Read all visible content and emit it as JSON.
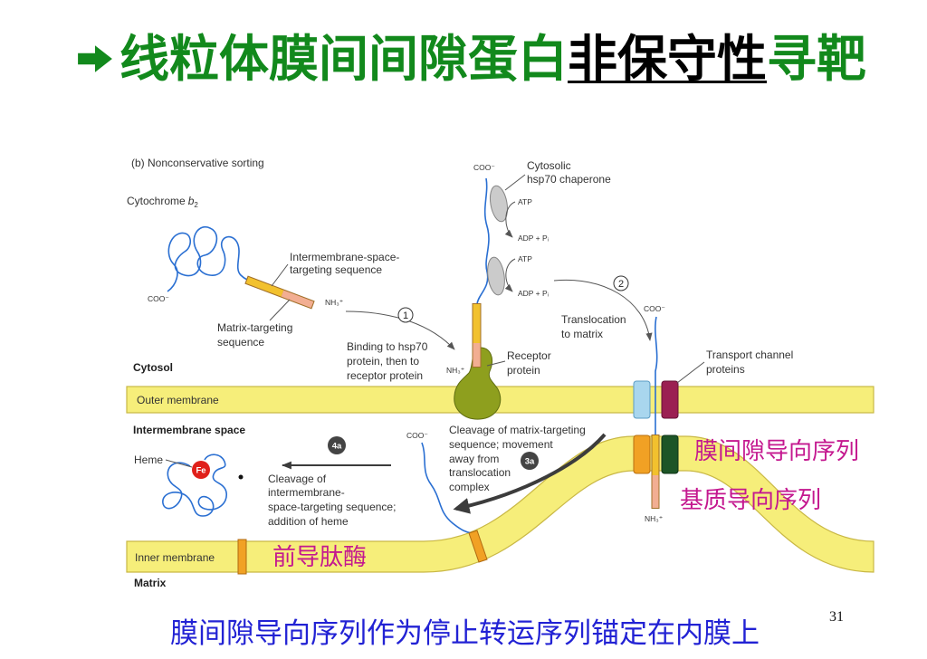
{
  "title": {
    "icon": "arrow-right-icon",
    "lead": "线粒体膜间间隙蛋白",
    "emphasis": "非保守性",
    "tail": "寻靶"
  },
  "diagram": {
    "panel_label": "(b) Nonconservative sorting",
    "cytochrome": {
      "prefix": "Cytochrome",
      "italic": "b",
      "subscript": "2"
    },
    "coo": "COO⁻",
    "nh3": "NH₃⁺",
    "ims_targeting_label": [
      "Intermembrane-space-",
      "targeting sequence"
    ],
    "matrix_targeting_label": [
      "Matrix-targeting",
      "sequence"
    ],
    "chaperone_label": [
      "Cytosolic",
      "hsp70 chaperone"
    ],
    "atp": "ATP",
    "adp": "ADP + Pᵢ",
    "receptor_label": [
      "Receptor",
      "protein"
    ],
    "channel_label": [
      "Transport channel",
      "proteins"
    ],
    "compartments": {
      "cytosol": "Cytosol",
      "outer_membrane": "Outer membrane",
      "ims": "Intermembrane space",
      "inner_membrane": "Inner membrane",
      "matrix": "Matrix"
    },
    "heme_label": "Heme",
    "fe": "Fe",
    "steps": {
      "s1": {
        "num": "1",
        "text": [
          "Binding to hsp70",
          "protein, then to",
          "receptor protein"
        ]
      },
      "s2": {
        "num": "2",
        "text": [
          "Translocation",
          "to matrix"
        ]
      },
      "s3a": {
        "num": "3a",
        "text": [
          "Cleavage of matrix-targeting",
          "sequence; movement",
          "away from",
          "translocation",
          "complex"
        ]
      },
      "s4a": {
        "num": "4a",
        "text": [
          "Cleavage of",
          "intermembrane-",
          "space-targeting sequence;",
          "addition of heme"
        ]
      }
    }
  },
  "annotations": {
    "ims_sequence": "膜间隙导向序列",
    "matrix_sequence": "基质导向序列",
    "peptidase": "前导肽酶"
  },
  "caption": "膜间隙导向序列作为停止转运序列锚定在内膜上",
  "page_number": "31",
  "colors": {
    "title_green": "#12891c",
    "caption_blue": "#2222d4",
    "annotation_magenta": "#c4188f",
    "membrane_yellow": "#f6ee7a",
    "receptor_green": "#8e9f1e",
    "channel_blue": "#a9d6ee",
    "channel_maroon": "#9b1f52",
    "channel_orange": "#f1a124",
    "channel_green": "#1d5527",
    "polypeptide_blue": "#2a6fd2",
    "signal_yellow": "#f2c12e",
    "signal_pink": "#f2ae92",
    "heme_red": "#e0201a"
  }
}
